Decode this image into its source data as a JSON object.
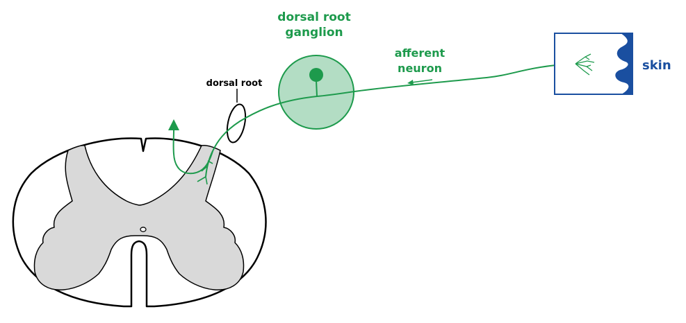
{
  "labels": {
    "drg_line1": "dorsal root",
    "drg_line2": "ganglion",
    "afferent_line1": "afferent",
    "afferent_line2": "neuron",
    "dorsal_root": "dorsal root",
    "skin": "skin"
  },
  "colors": {
    "neuron": "#1d9a4c",
    "ganglion_fill": "#b3ddc4",
    "skin": "#1a4fa0",
    "grey_matter": "#d9d9d9",
    "outline": "#000000",
    "background": "#ffffff"
  }
}
